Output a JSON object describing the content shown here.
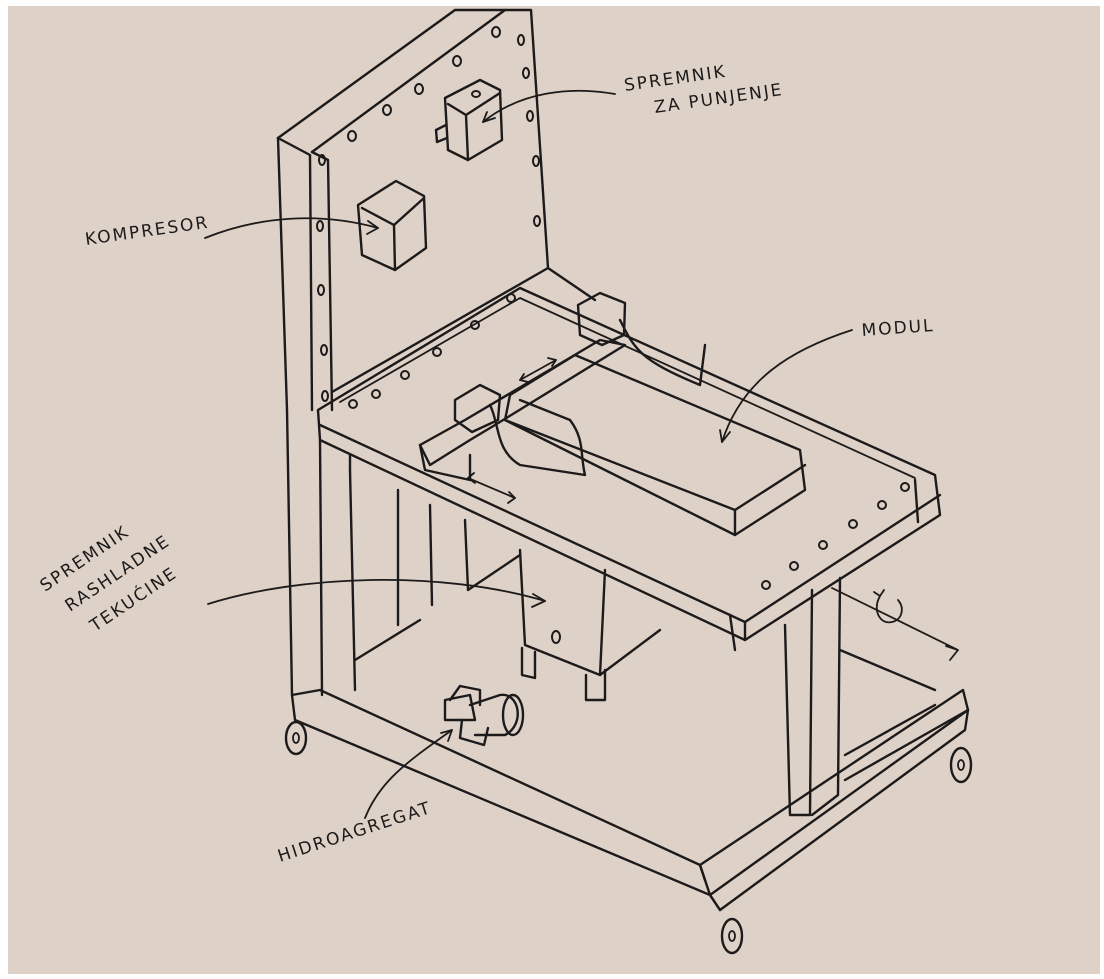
{
  "colors": {
    "paper": "#ded2c8",
    "ink": "#1c1a1a",
    "frame": "#ffffff"
  },
  "labels": {
    "spremnik_za_punjenje": {
      "line1": "SPREMNIK",
      "line2": "ZA PUNJENJE"
    },
    "kompresor": "KOMPRESOR",
    "modul": "MODUL",
    "spremnik_rashladne": {
      "line1": "SPREMNIK",
      "line2": "RASHLADNE",
      "line3": "TEKUĆINE"
    },
    "hidroagregat": "HIDROAGREGAT"
  }
}
